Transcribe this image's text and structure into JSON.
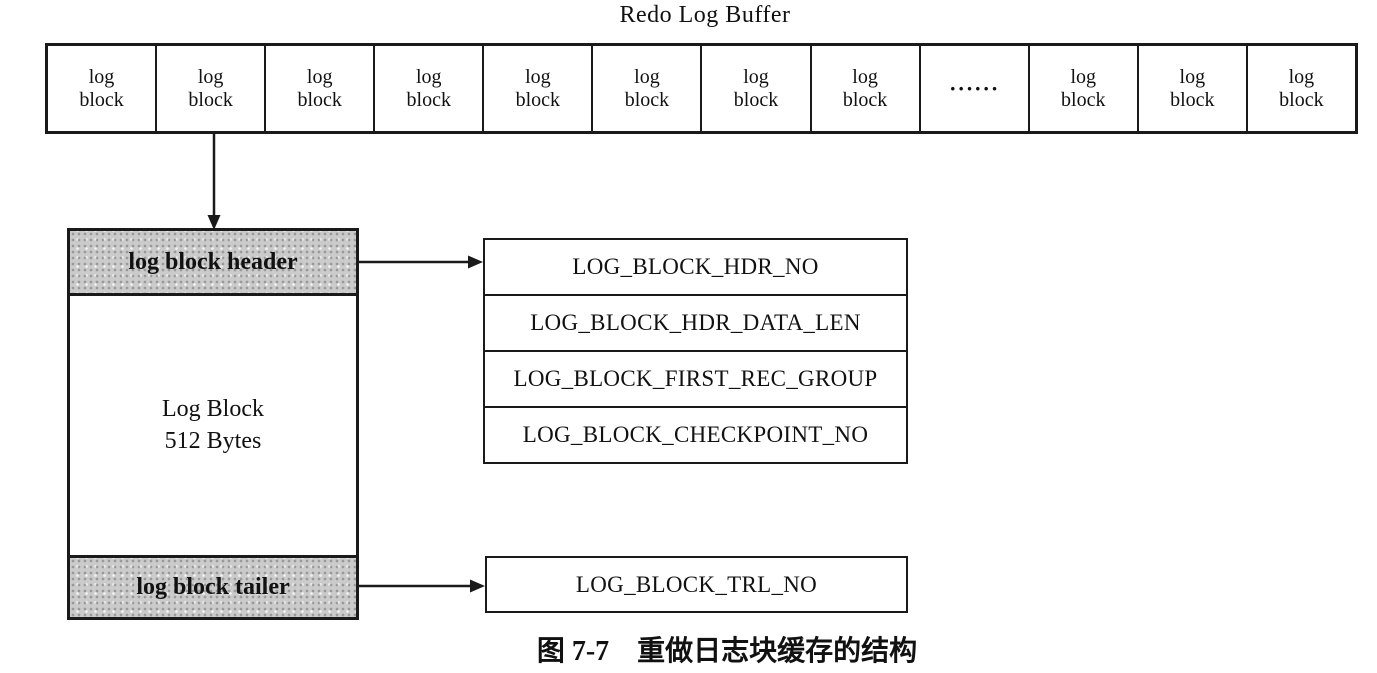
{
  "diagram": {
    "title": "Redo Log Buffer",
    "buffer_row": {
      "cells": [
        "log\nblock",
        "log\nblock",
        "log\nblock",
        "log\nblock",
        "log\nblock",
        "log\nblock",
        "log\nblock",
        "log\nblock",
        "······",
        "log\nblock",
        "log\nblock",
        "log\nblock"
      ]
    },
    "log_block": {
      "header_label": "log block header",
      "body_label": "Log Block\n512 Bytes",
      "tailer_label": "log block tailer"
    },
    "header_fields": [
      "LOG_BLOCK_HDR_NO",
      "LOG_BLOCK_HDR_DATA_LEN",
      "LOG_BLOCK_FIRST_REC_GROUP",
      "LOG_BLOCK_CHECKPOINT_NO"
    ],
    "tailer_fields": [
      "LOG_BLOCK_TRL_NO"
    ],
    "caption": "图 7-7　重做日志块缓存的结构",
    "colors": {
      "line": "#1a1a1a",
      "shade": "#cbcbcb",
      "background": "#ffffff"
    }
  }
}
